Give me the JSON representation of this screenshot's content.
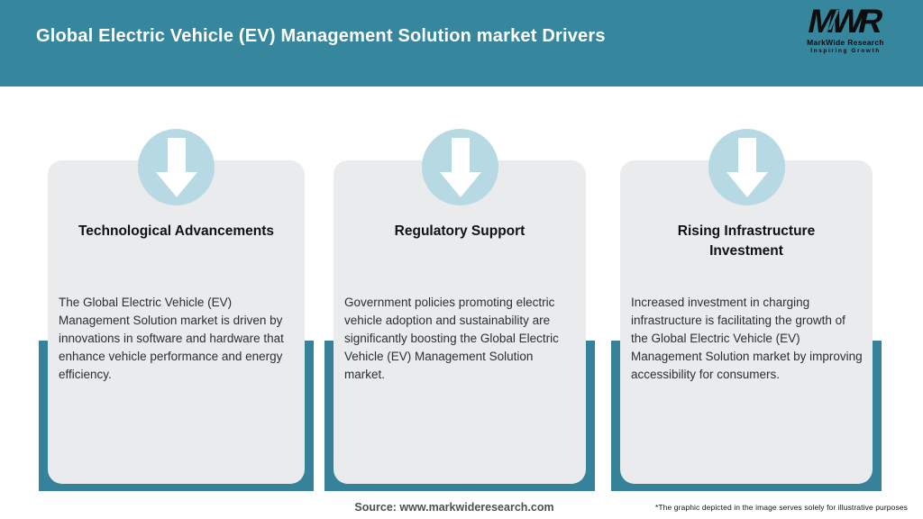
{
  "header": {
    "title": "Global Electric Vehicle (EV) Management Solution market Drivers",
    "logo": {
      "wordmark": "MWR",
      "name": "MarkWide Research",
      "tagline": "Inspiring Growth"
    }
  },
  "cards": [
    {
      "icon": "down-arrow",
      "title": "Technological Advancements",
      "description": "The Global Electric Vehicle (EV) Management Solution market is driven by innovations in software and hardware that enhance vehicle performance and energy efficiency."
    },
    {
      "icon": "down-arrow",
      "title": "Regulatory Support",
      "description": "Government policies promoting electric vehicle adoption and sustainability are significantly boosting the Global Electric Vehicle (EV) Management Solution market."
    },
    {
      "icon": "down-arrow",
      "title": "Rising Infrastructure Investment",
      "description": "Increased investment in charging infrastructure is facilitating the growth of the Global Electric Vehicle (EV) Management Solution market by improving accessibility for consumers."
    }
  ],
  "footer": {
    "source": "Source: www.markwideresearch.com",
    "disclaimer": "*The graphic depicted in the image serves solely for illustrative purposes"
  },
  "colors": {
    "header_teal": "#36869E",
    "band_teal": "#35829A",
    "card_bg": "#E9EBED",
    "circle_blue": "#B7D9E3"
  }
}
